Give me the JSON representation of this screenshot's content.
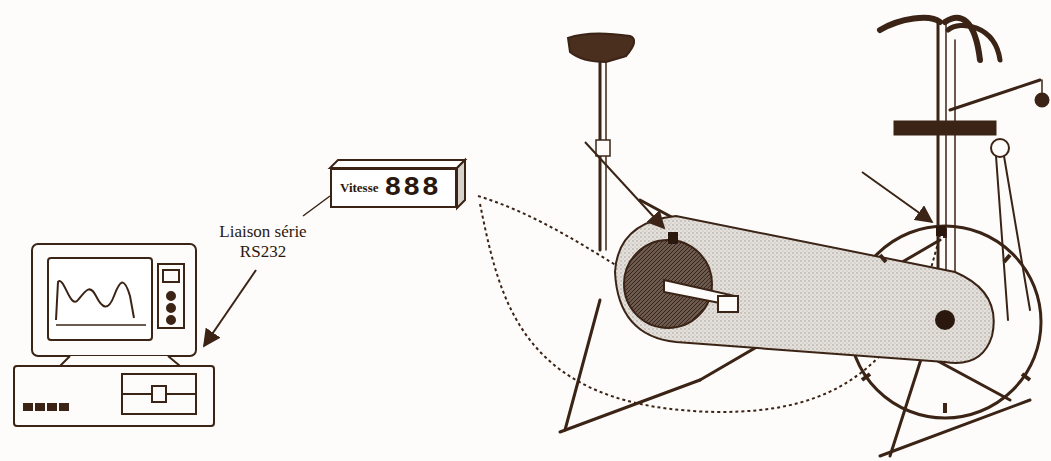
{
  "diagram": {
    "nodes": [
      {
        "text": [
          "Vitesse",
          "888"
        ]
      }
    ],
    "labels": [
      "Liaison série RS232"
    ]
  }
}
